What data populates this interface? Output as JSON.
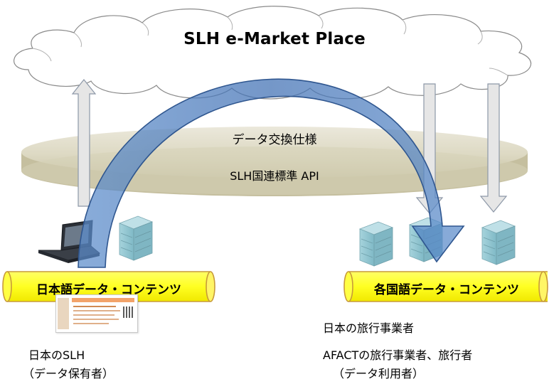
{
  "cloud": {
    "title": "SLH e-Market Place"
  },
  "layer": {
    "line1": "データ交換仕様",
    "line2": "SLH国連標準 API"
  },
  "left": {
    "tube_label": "日本語データ・コンテンツ",
    "owner": "日本のSLH",
    "role": "（データ保有者）"
  },
  "right": {
    "tube_label": "各国語データ・コンテンツ",
    "operators_japan": "日本の旅行事業者",
    "operators_afact": "AFACTの旅行事業者、旅行者",
    "role": "（データ利用者）"
  },
  "colors": {
    "layer_fill": "#ddd9c3",
    "tube_fill": "#ffff33",
    "tube_outline": "#c79a3a",
    "arc_fill": "#4f7fc0",
    "arrow_fill": "#e6e6e6",
    "server_fill": "#8ec5d0"
  }
}
